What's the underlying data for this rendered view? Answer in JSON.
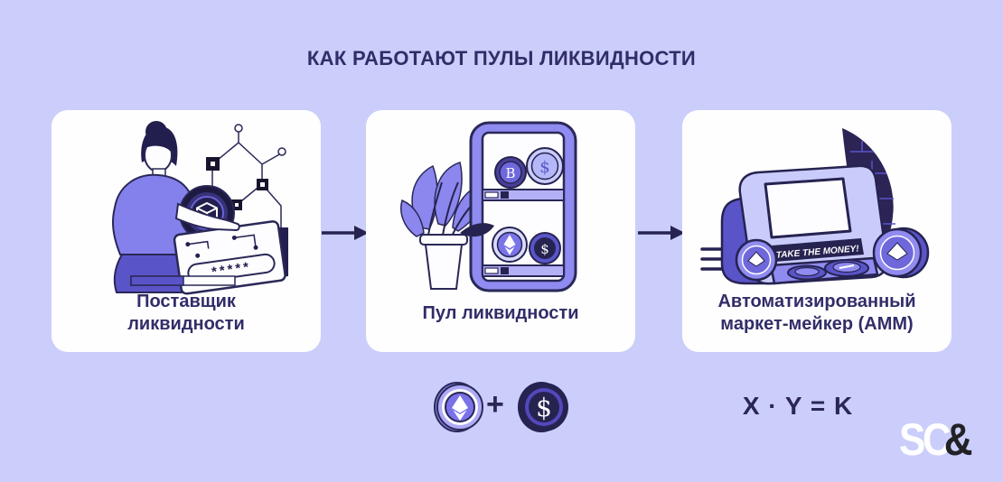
{
  "title": "КАК РАБОТАЮТ ПУЛЫ ЛИКВИДНОСТИ",
  "cards": [
    {
      "label": "Поставщик ликвидности"
    },
    {
      "label": "Пул ликвидности"
    },
    {
      "label": "Автоматизированный маркет-мейкер (АММ)"
    }
  ],
  "illustrations": {
    "password_mask": "*****",
    "atm_sign": "TAKE THE MONEY!",
    "coin_b_symbol": "B",
    "coin_dollar_symbol": "$"
  },
  "equation": {
    "plus": "+",
    "formula": "X · Y = K"
  },
  "logo": {
    "sc": "SC",
    "amp": "&"
  },
  "colors": {
    "background": "#cbcefb",
    "card_background": "#fefeff",
    "heading_text": "#312d68",
    "illustration_navy": "#262350",
    "periwinkle": "#8f8bf0",
    "accent_purple": "#5a54c9",
    "logo_sc": "#ffffff",
    "logo_amp": "#222126"
  }
}
